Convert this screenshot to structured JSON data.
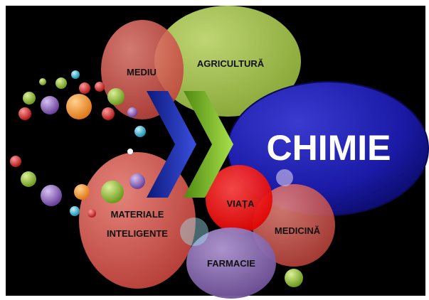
{
  "labels": {
    "chimie": "CHIMIE",
    "mediu": "MEDIU",
    "agricultura": "AGRICULTURĂ",
    "materiale_1": "MATERIALE",
    "materiale_2": "INTELIGENTE",
    "viata": "VIAȚA",
    "medicina": "MEDICINĂ",
    "farmacie": "FARMACIE"
  },
  "colors": {
    "background": "#000000",
    "chimie": "#1a1aa6",
    "mediu": "#d9574f",
    "agricultura": "#a9c94f",
    "materiale": "#c9564e",
    "viata": "#ff1a1a",
    "medicina": "#c9564e",
    "farmacie": "#8a6bb0",
    "arrow_blue": "#2332a8",
    "arrow_green": "#7fbf2a"
  }
}
